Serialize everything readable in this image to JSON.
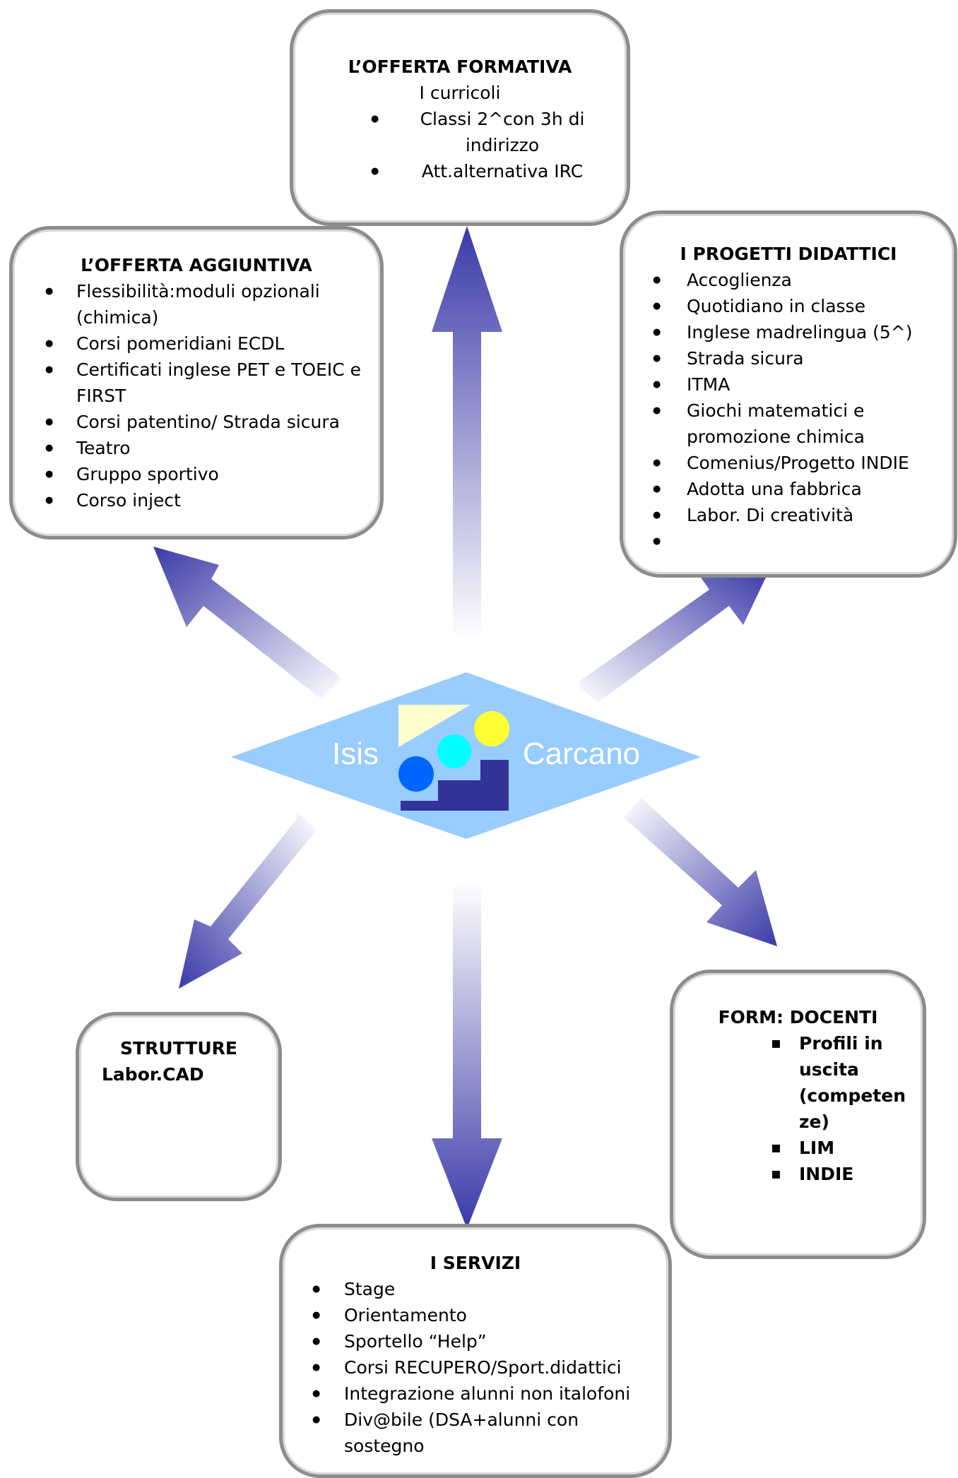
{
  "colors": {
    "arrow_tip": "#3a3aa8",
    "arrow_tail": "#ffffff",
    "diamond": "#99ccff",
    "logo_text": "#ffffff",
    "logo_triangle": "#ffffcc",
    "logo_yellow": "#ffff33",
    "logo_cyan": "#00ffff",
    "logo_blue": "#0066ff",
    "logo_steps": "#333399"
  },
  "center": {
    "left_word": "Isis",
    "right_word": "Carcano"
  },
  "offerta_formativa": {
    "title": "L’OFFERTA FORMATIVA",
    "subtitle": "I curricoli",
    "items": [
      "Classi 2^con 3h di indirizzo",
      "Att.alternativa IRC"
    ]
  },
  "offerta_aggiuntiva": {
    "title": "L’OFFERTA AGGIUNTIVA",
    "items": [
      "Flessibilità:moduli opzionali (chimica)",
      "Corsi pomeridiani ECDL",
      "Certificati inglese PET e TOEIC e FIRST",
      "Corsi patentino/ Strada sicura",
      "Teatro",
      "Gruppo sportivo",
      "Corso inject"
    ]
  },
  "progetti_didattici": {
    "title": "I PROGETTI DIDATTICI",
    "items": [
      "Accoglienza",
      "Quotidiano in classe",
      "Inglese madrelingua (5^)",
      "Strada sicura",
      "ITMA",
      " Giochi matematici e promozione chimica",
      "Comenius/Progetto INDIE",
      "Adotta una fabbrica",
      "Labor. Di creatività",
      ""
    ]
  },
  "strutture": {
    "title": "STRUTTURE",
    "subtitle": "Labor.CAD"
  },
  "docenti": {
    "title": "FORM: DOCENTI",
    "items": [
      "Profili in uscita (competen ze)",
      "LIM",
      "INDIE"
    ]
  },
  "servizi": {
    "title": "I SERVIZI",
    "items": [
      "Stage",
      "Orientamento",
      "Sportello “Help”",
      "Corsi RECUPERO/Sport.didattici",
      "Integrazione alunni non italofoni",
      "Div@bile (DSA+alunni con sostegno"
    ]
  }
}
